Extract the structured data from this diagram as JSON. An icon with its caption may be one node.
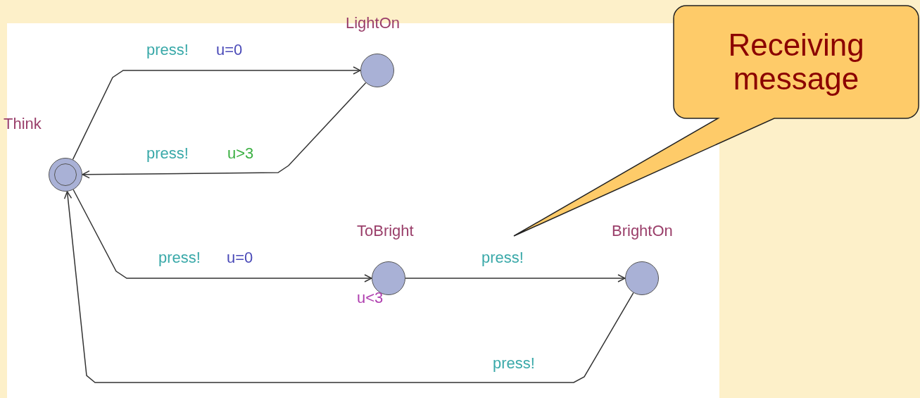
{
  "diagram": {
    "nodes": [
      {
        "text": [
          "Think"
        ]
      },
      {
        "text": [
          "LightOn"
        ]
      },
      {
        "text": [
          "ToBright"
        ],
        "beside": [
          "u<3"
        ]
      },
      {
        "text": [
          "BrightOn"
        ]
      },
      {
        "text": [
          "Receiving message"
        ]
      }
    ],
    "edges": [
      {
        "from": 0,
        "to": 1,
        "arrow": "to",
        "label": "press!"
      },
      {
        "from": 1,
        "to": 0,
        "arrow": "to",
        "label": "press!"
      },
      {
        "from": 0,
        "to": 2,
        "arrow": "to",
        "label": "press!"
      },
      {
        "from": 2,
        "to": 3,
        "arrow": "to",
        "label": "press!"
      },
      {
        "from": 3,
        "to": 0,
        "arrow": "to",
        "label": "press!"
      }
    ],
    "labels": [
      "u=0",
      "u>3",
      "u=0"
    ]
  }
}
